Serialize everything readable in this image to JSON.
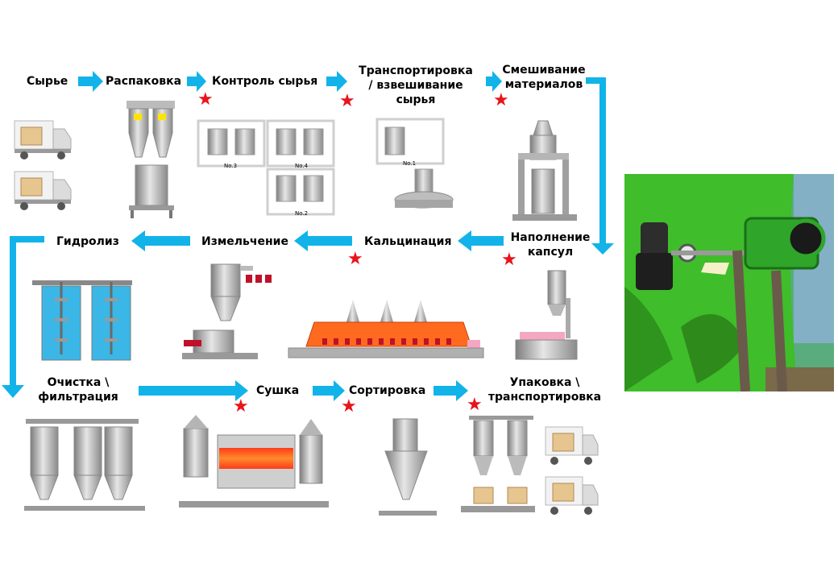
{
  "steps": [
    {
      "id": "raw",
      "label": "Сырье"
    },
    {
      "id": "unpack",
      "label": "Распаковка"
    },
    {
      "id": "control",
      "label": "Контроль сырья"
    },
    {
      "id": "transport",
      "label": "Транспортировка\n/ взвешивание\nсырья"
    },
    {
      "id": "mixing",
      "label": "Смешивание\nматериалов"
    },
    {
      "id": "filling",
      "label": "Наполнение\nкапсул"
    },
    {
      "id": "calcination",
      "label": "Кальцинация"
    },
    {
      "id": "grinding",
      "label": "Измельчение"
    },
    {
      "id": "hydrolysis",
      "label": "Гидролиз"
    },
    {
      "id": "cleaning",
      "label": "Очистка \\\nфильтрация"
    },
    {
      "id": "drying",
      "label": "Сушка"
    },
    {
      "id": "sorting",
      "label": "Сортировка"
    },
    {
      "id": "packing",
      "label": "Упаковка \\\nтранспортировка"
    }
  ],
  "equipment_tags": {
    "a": "No.3",
    "b": "No.4",
    "c": "No.2",
    "d": "No.1"
  },
  "colors": {
    "arrow": "#12b3e8",
    "star": "#e8141c",
    "steel": "#a9a9a9",
    "furnace": "#ff6a1f",
    "water": "#3ab7e6",
    "photo_bg": "#3fbd2a"
  },
  "photo": {
    "subject": "pressure-regulator-and-gauge-on-green-tank"
  }
}
